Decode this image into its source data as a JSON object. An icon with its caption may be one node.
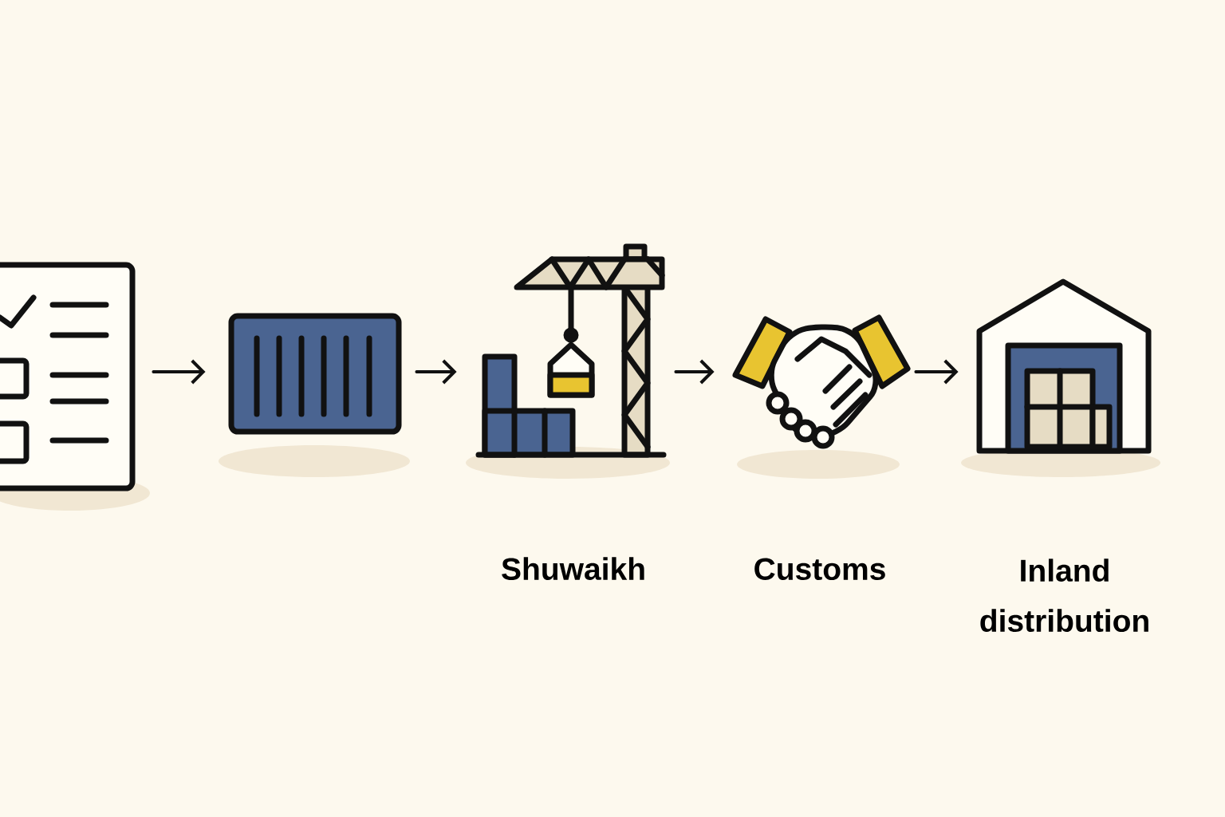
{
  "diagram": {
    "nodes": [
      {
        "text": [],
        "shape": "picture"
      },
      {
        "text": [],
        "shape": "picture"
      },
      {
        "text": [
          "Shuwaikh"
        ]
      },
      {
        "text": [
          "Customs"
        ]
      },
      {
        "text": [
          "Inland distribution"
        ]
      }
    ],
    "edges": [
      {
        "from": 0,
        "to": 1,
        "arrow": "to"
      },
      {
        "from": 1,
        "to": 2,
        "arrow": "to"
      },
      {
        "from": 2,
        "to": 3,
        "arrow": "to"
      },
      {
        "from": 3,
        "to": 4,
        "arrow": "to"
      }
    ]
  }
}
